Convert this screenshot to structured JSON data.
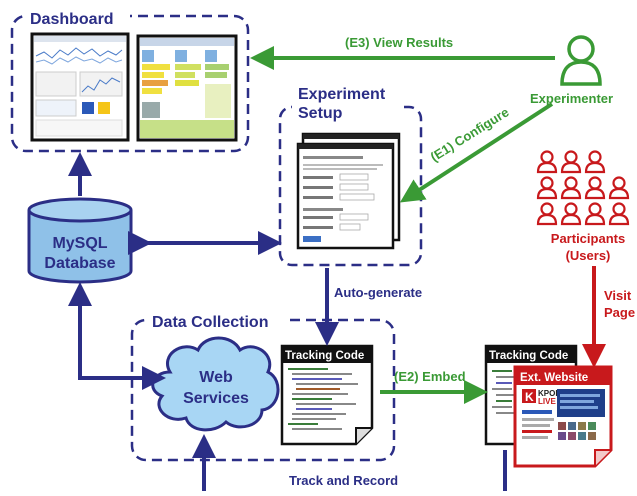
{
  "dashboard": {
    "title": "Dashboard"
  },
  "experiment_setup": {
    "title_line1": "Experiment",
    "title_line2": "Setup"
  },
  "data_collection": {
    "title": "Data Collection"
  },
  "database": {
    "line1": "MySQL",
    "line2": "Database"
  },
  "web_services": {
    "line1": "Web",
    "line2": "Services"
  },
  "tracking_code": {
    "label": "Tracking Code"
  },
  "ext_website": {
    "label": "Ext. Website",
    "logo_line1": "KPOP",
    "logo_line2": "LIVE"
  },
  "experimenter": {
    "label": "Experimenter"
  },
  "participants": {
    "line1": "Participants",
    "line2": "(Users)"
  },
  "edges": {
    "view_results": "(E3) View Results",
    "configure": "(E1) Configure",
    "embed": "(E2) Embed",
    "auto_generate": "Auto-generate",
    "track_record": "Track and Record",
    "visit_line1": "Visit",
    "visit_line2": "Page"
  },
  "colors": {
    "navy": "#2b2e86",
    "green": "#3a9a35",
    "red": "#c8191c",
    "db_fill": "#8fc1e8",
    "cloud_fill": "#a8d6f4"
  }
}
